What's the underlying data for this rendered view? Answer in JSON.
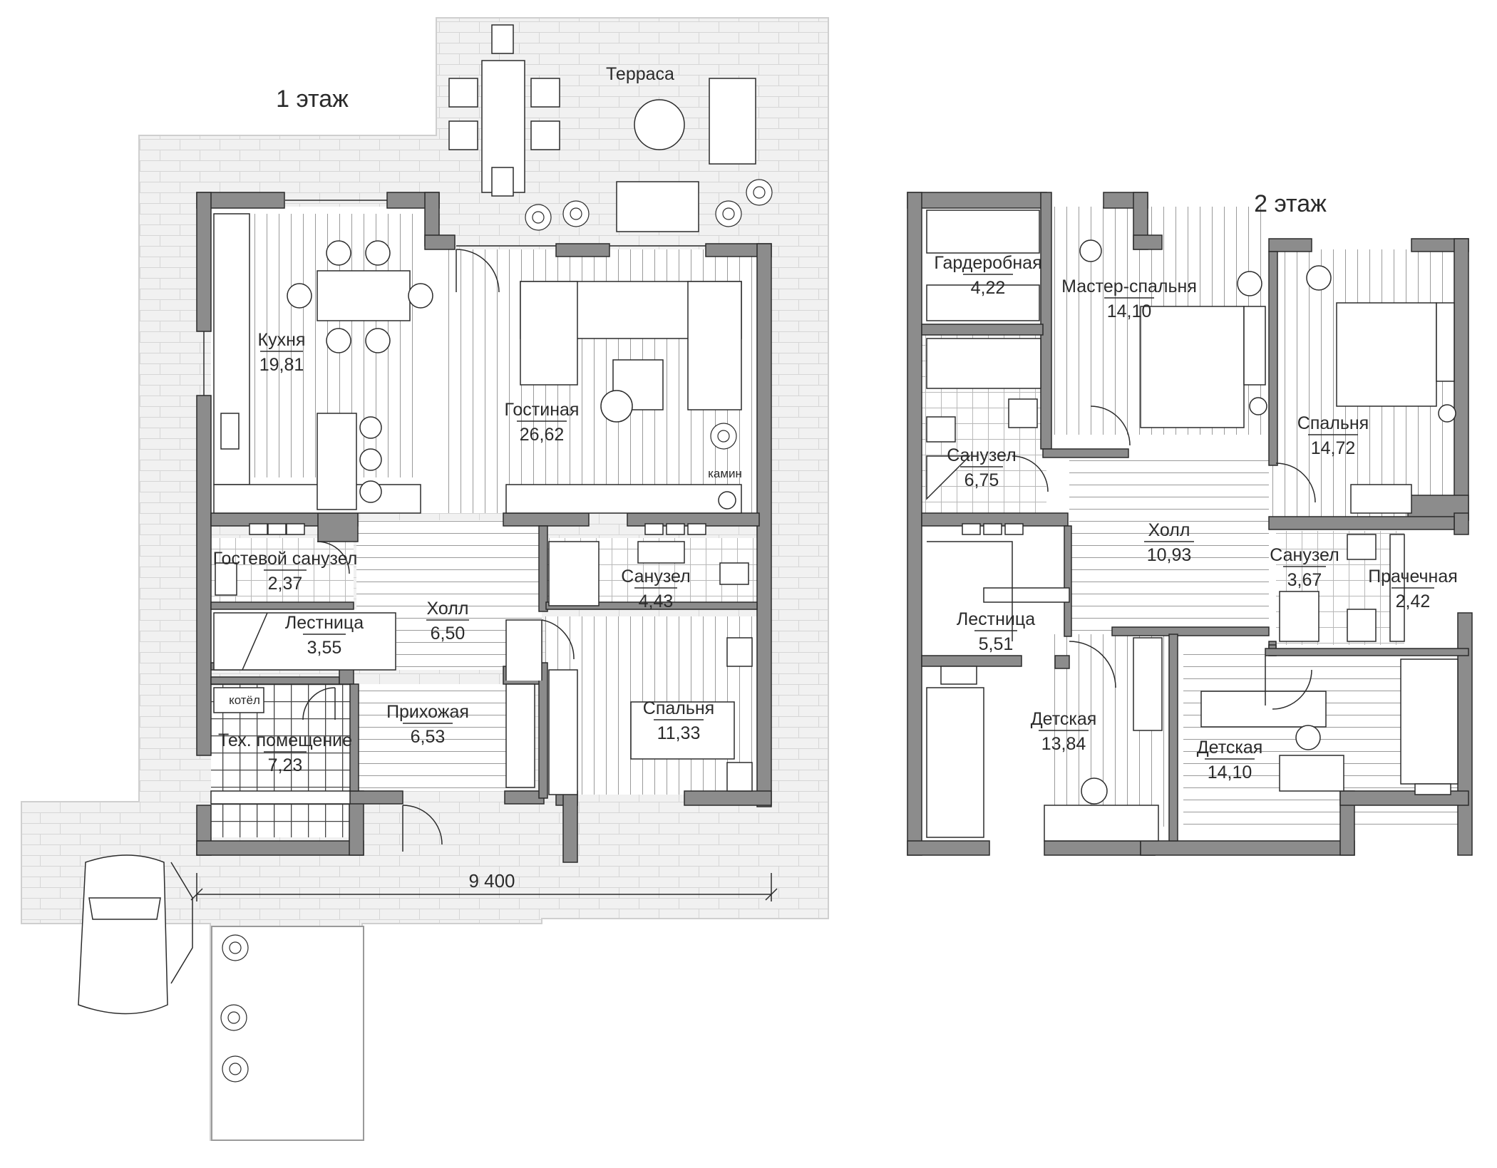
{
  "floors": [
    {
      "title": "1 этаж",
      "rooms": [
        {
          "name": "Терраса",
          "area": ""
        },
        {
          "name": "Кухня",
          "area": "19,81"
        },
        {
          "name": "Гостиная",
          "area": "26,62"
        },
        {
          "name": "Гостевой санузел",
          "area": "2,37"
        },
        {
          "name": "Санузел",
          "area": "4,43"
        },
        {
          "name": "Холл",
          "area": "6,50"
        },
        {
          "name": "Лестница",
          "area": "3,55"
        },
        {
          "name": "Прихожая",
          "area": "6,53"
        },
        {
          "name": "Спальня",
          "area": "11,33"
        },
        {
          "name": "Тех. помещение",
          "area": "7,23"
        }
      ],
      "labels": {
        "fireplace": "камин",
        "boiler": "котёл"
      },
      "dimension": "9 400"
    },
    {
      "title": "2 этаж",
      "rooms": [
        {
          "name": "Гардеробная",
          "area": "4,22"
        },
        {
          "name": "Мастер-спальня",
          "area": "14,10"
        },
        {
          "name": "Спальня",
          "area": "14,72"
        },
        {
          "name": "Санузел",
          "area": "6,75"
        },
        {
          "name": "Холл",
          "area": "10,93"
        },
        {
          "name": "Санузел",
          "area": "3,67"
        },
        {
          "name": "Прачечная",
          "area": "2,42"
        },
        {
          "name": "Лестница",
          "area": "5,51"
        },
        {
          "name": "Детская",
          "area": "13,84"
        },
        {
          "name": "Детская",
          "area": "14,10"
        }
      ]
    }
  ],
  "colors": {
    "wall": "#8c8c8c",
    "paving": "#f1f1f1",
    "line": "#2b2b2b"
  }
}
